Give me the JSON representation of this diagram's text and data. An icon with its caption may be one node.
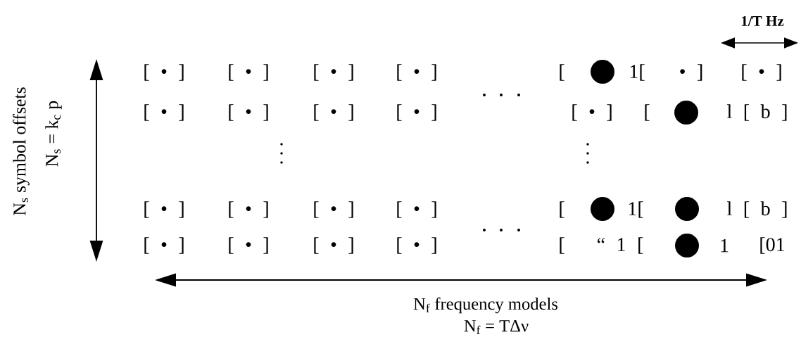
{
  "diagram": {
    "labels": [
      "1/T Hz",
      "N$_{s}$ symbol offsets",
      "N$_{s}$ = k$_{c}$ p",
      "[ • ]",
      "[ • ]",
      "[ • ]",
      "[ • ]",
      "[",
      "1[",
      "• ]",
      "[ • ]",
      "[ • ]",
      "[ • ]",
      "[ • ]",
      "[ • ]",
      "[ • ]",
      "[",
      "l [ b ]",
      "[ • ]",
      "[ • ]",
      "[ • ]",
      "[ • ]",
      "[",
      "1[",
      "l [ b ]",
      "[ • ]",
      "[ • ]",
      "[ • ]",
      "[ • ]",
      "[",
      "“ 1 [",
      "1",
      "[01",
      "N$_{f}$ frequency models",
      "N$_{f}$ = TΔν"
    ]
  }
}
